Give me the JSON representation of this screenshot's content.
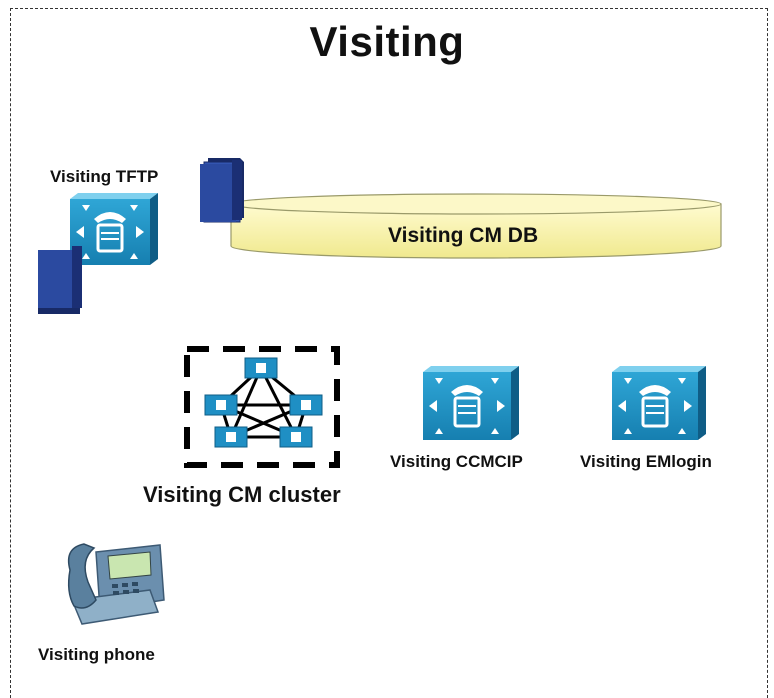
{
  "title": "Visiting",
  "nodes": {
    "tftp": {
      "label": "Visiting TFTP",
      "icon": "call-manager-server-icon"
    },
    "db": {
      "label": "Visiting CM DB",
      "icon": "database-cylinder-icon"
    },
    "cluster": {
      "label": "Visiting CM cluster",
      "icon": "cluster-mesh-icon"
    },
    "ccmcip": {
      "label": "Visiting CCMCIP",
      "icon": "call-manager-server-icon"
    },
    "emlogin": {
      "label": "Visiting EMlogin",
      "icon": "call-manager-server-icon"
    },
    "phone": {
      "label": "Visiting phone",
      "icon": "ip-phone-icon"
    }
  },
  "colors": {
    "server_face": "#1f8fc4",
    "server_top": "#7fd0ee",
    "server_side": "#0f5d86",
    "db_fill": "#f6f2a8",
    "db_stroke": "#9a9a6a",
    "doc_blue": "#2b4aa0",
    "doc_dark": "#182a66",
    "phone_body": "#5f86a6"
  }
}
